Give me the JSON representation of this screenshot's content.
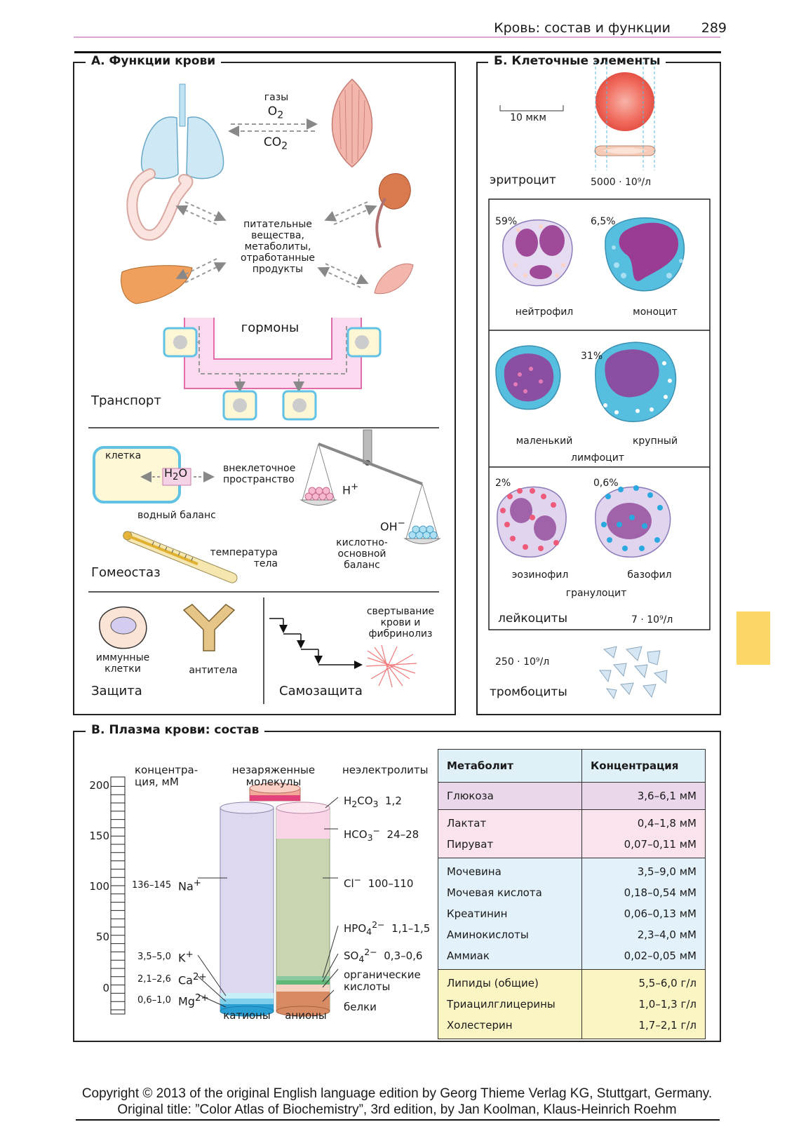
{
  "header": {
    "title": "Кровь: состав и функции",
    "page_number": "289"
  },
  "panelA": {
    "title": "А. Функции крови",
    "gases": {
      "label": "газы",
      "o2": "O",
      "o2_sub": "2",
      "co2": "CO",
      "co2_sub": "2"
    },
    "nutrients": [
      "питательные",
      "вещества,",
      "метаболиты,",
      "отработанные",
      "продукты"
    ],
    "hormones": "гормоны",
    "transport": "Транспорт",
    "cell": "клетка",
    "water": "H",
    "water_sub": "2",
    "water_o": "O",
    "extracellular": [
      "внеклеточное",
      "пространство"
    ],
    "water_balance": "водный баланс",
    "h_plus": "H",
    "h_plus_sup": "+",
    "oh_minus": "OH",
    "oh_minus_sup": "−",
    "acid_base": [
      "кислотно-",
      "основной",
      "баланс"
    ],
    "temperature": [
      "температура",
      "тела"
    ],
    "homeostasis": "Гомеостаз",
    "immune": [
      "иммунные",
      "клетки"
    ],
    "antibodies": "антитела",
    "clotting": [
      "свертывание",
      "крови и",
      "фибринолиз"
    ],
    "protection": "Защита",
    "self_protection": "Самозащита"
  },
  "panelB": {
    "title": "Б. Клеточные элементы",
    "scale": "10 мкм",
    "erythrocyte": "эритроцит",
    "erythrocyte_count": "5000 · 10⁹/л",
    "neutrophil_pct": "59%",
    "monocyte_pct": "6,5%",
    "neutrophil": "нейтрофил",
    "monocyte": "моноцит",
    "lymphocyte_pct": "31%",
    "small": "маленький",
    "large": "крупный",
    "lymphocyte": "лимфоцит",
    "eosinophil_pct": "2%",
    "basophil_pct": "0,6%",
    "eosinophil": "эозинофил",
    "basophil": "базофил",
    "granulocyte": "гранулоцит",
    "leukocytes": "лейкоциты",
    "leukocyte_count": "7 · 10⁹/л",
    "platelet_count": "250 · 10⁹/л",
    "platelets": "тромбоциты"
  },
  "panelC": {
    "title": "В. Плазма крови: состав",
    "axis_label": [
      "концентра-",
      "ция, мМ"
    ],
    "axis_ticks": [
      "200",
      "150",
      "100",
      "50",
      "0"
    ],
    "uncharged": [
      "незаряженные",
      "молекулы"
    ],
    "nonelectrolytes": "неэлектролиты",
    "h2co3": "H",
    "h2co3_sub1": "2",
    "h2co3_mid": "CO",
    "h2co3_sub2": "3",
    "h2co3_val": "1,2",
    "hco3": "HCO",
    "hco3_sub": "3",
    "hco3_sup": "−",
    "hco3_val": "24–28",
    "cl": "Cl",
    "cl_sup": "−",
    "cl_val": "100–110",
    "hpo4": "HPO",
    "hpo4_sub": "4",
    "hpo4_sup": "2−",
    "hpo4_val": "1,1–1,5",
    "so4": "SO",
    "so4_sub": "4",
    "so4_sup": "2−",
    "so4_val": "0,3–0,6",
    "organic": [
      "органические",
      "кислоты"
    ],
    "proteins": "белки",
    "na_range": "136–145",
    "na": "Na",
    "na_sup": "+",
    "k_range": "3,5–5,0",
    "k": "K",
    "k_sup": "+",
    "ca_range": "2,1–2,6",
    "ca": "Ca",
    "ca_sup": "2+",
    "mg_range": "0,6–1,0",
    "mg": "Mg",
    "mg_sup": "2+",
    "cations": "катионы",
    "anions": "анионы",
    "table": {
      "headers": [
        "Метаболит",
        "Концентрация"
      ],
      "groups": [
        {
          "color": "#ead8ea",
          "rows": [
            [
              "Глюкоза",
              "3,6–6,1 мМ"
            ]
          ]
        },
        {
          "color": "#fbe3ee",
          "rows": [
            [
              "Лактат",
              "0,4–1,8 мМ"
            ],
            [
              "Пируват",
              "0,07–0,11 мМ"
            ]
          ]
        },
        {
          "color": "#e2f1fa",
          "rows": [
            [
              "Мочевина",
              "3,5–9,0 мМ"
            ],
            [
              "Мочевая кислота",
              "0,18–0,54 мМ"
            ],
            [
              "Креатинин",
              "0,06–0,13 мМ"
            ],
            [
              "Аминокислоты",
              "2,3–4,0 мМ"
            ],
            [
              "Аммиак",
              "0,02–0,05 мМ"
            ]
          ]
        },
        {
          "color": "#fbf5c4",
          "rows": [
            [
              "Липиды (общие)",
              "5,5–6,0 г/л"
            ],
            [
              "Триацилглицерины",
              "1,0–1,3 г/л"
            ],
            [
              "Холестерин",
              "1,7–2,1 г/л"
            ]
          ]
        }
      ]
    }
  },
  "footer": {
    "line1": "Copyright © 2013 of the original English language edition by Georg Thieme Verlag KG, Stuttgart, Germany.",
    "line2": "Original title: ”Color Atlas of Biochemistry”, 3rd edition, by Jan Koolman, Klaus-Heinrich Roehm"
  },
  "colors": {
    "header_rule": "#d9a6d4",
    "side_tab": "#fdd668",
    "table_header": "#dff0f7"
  }
}
